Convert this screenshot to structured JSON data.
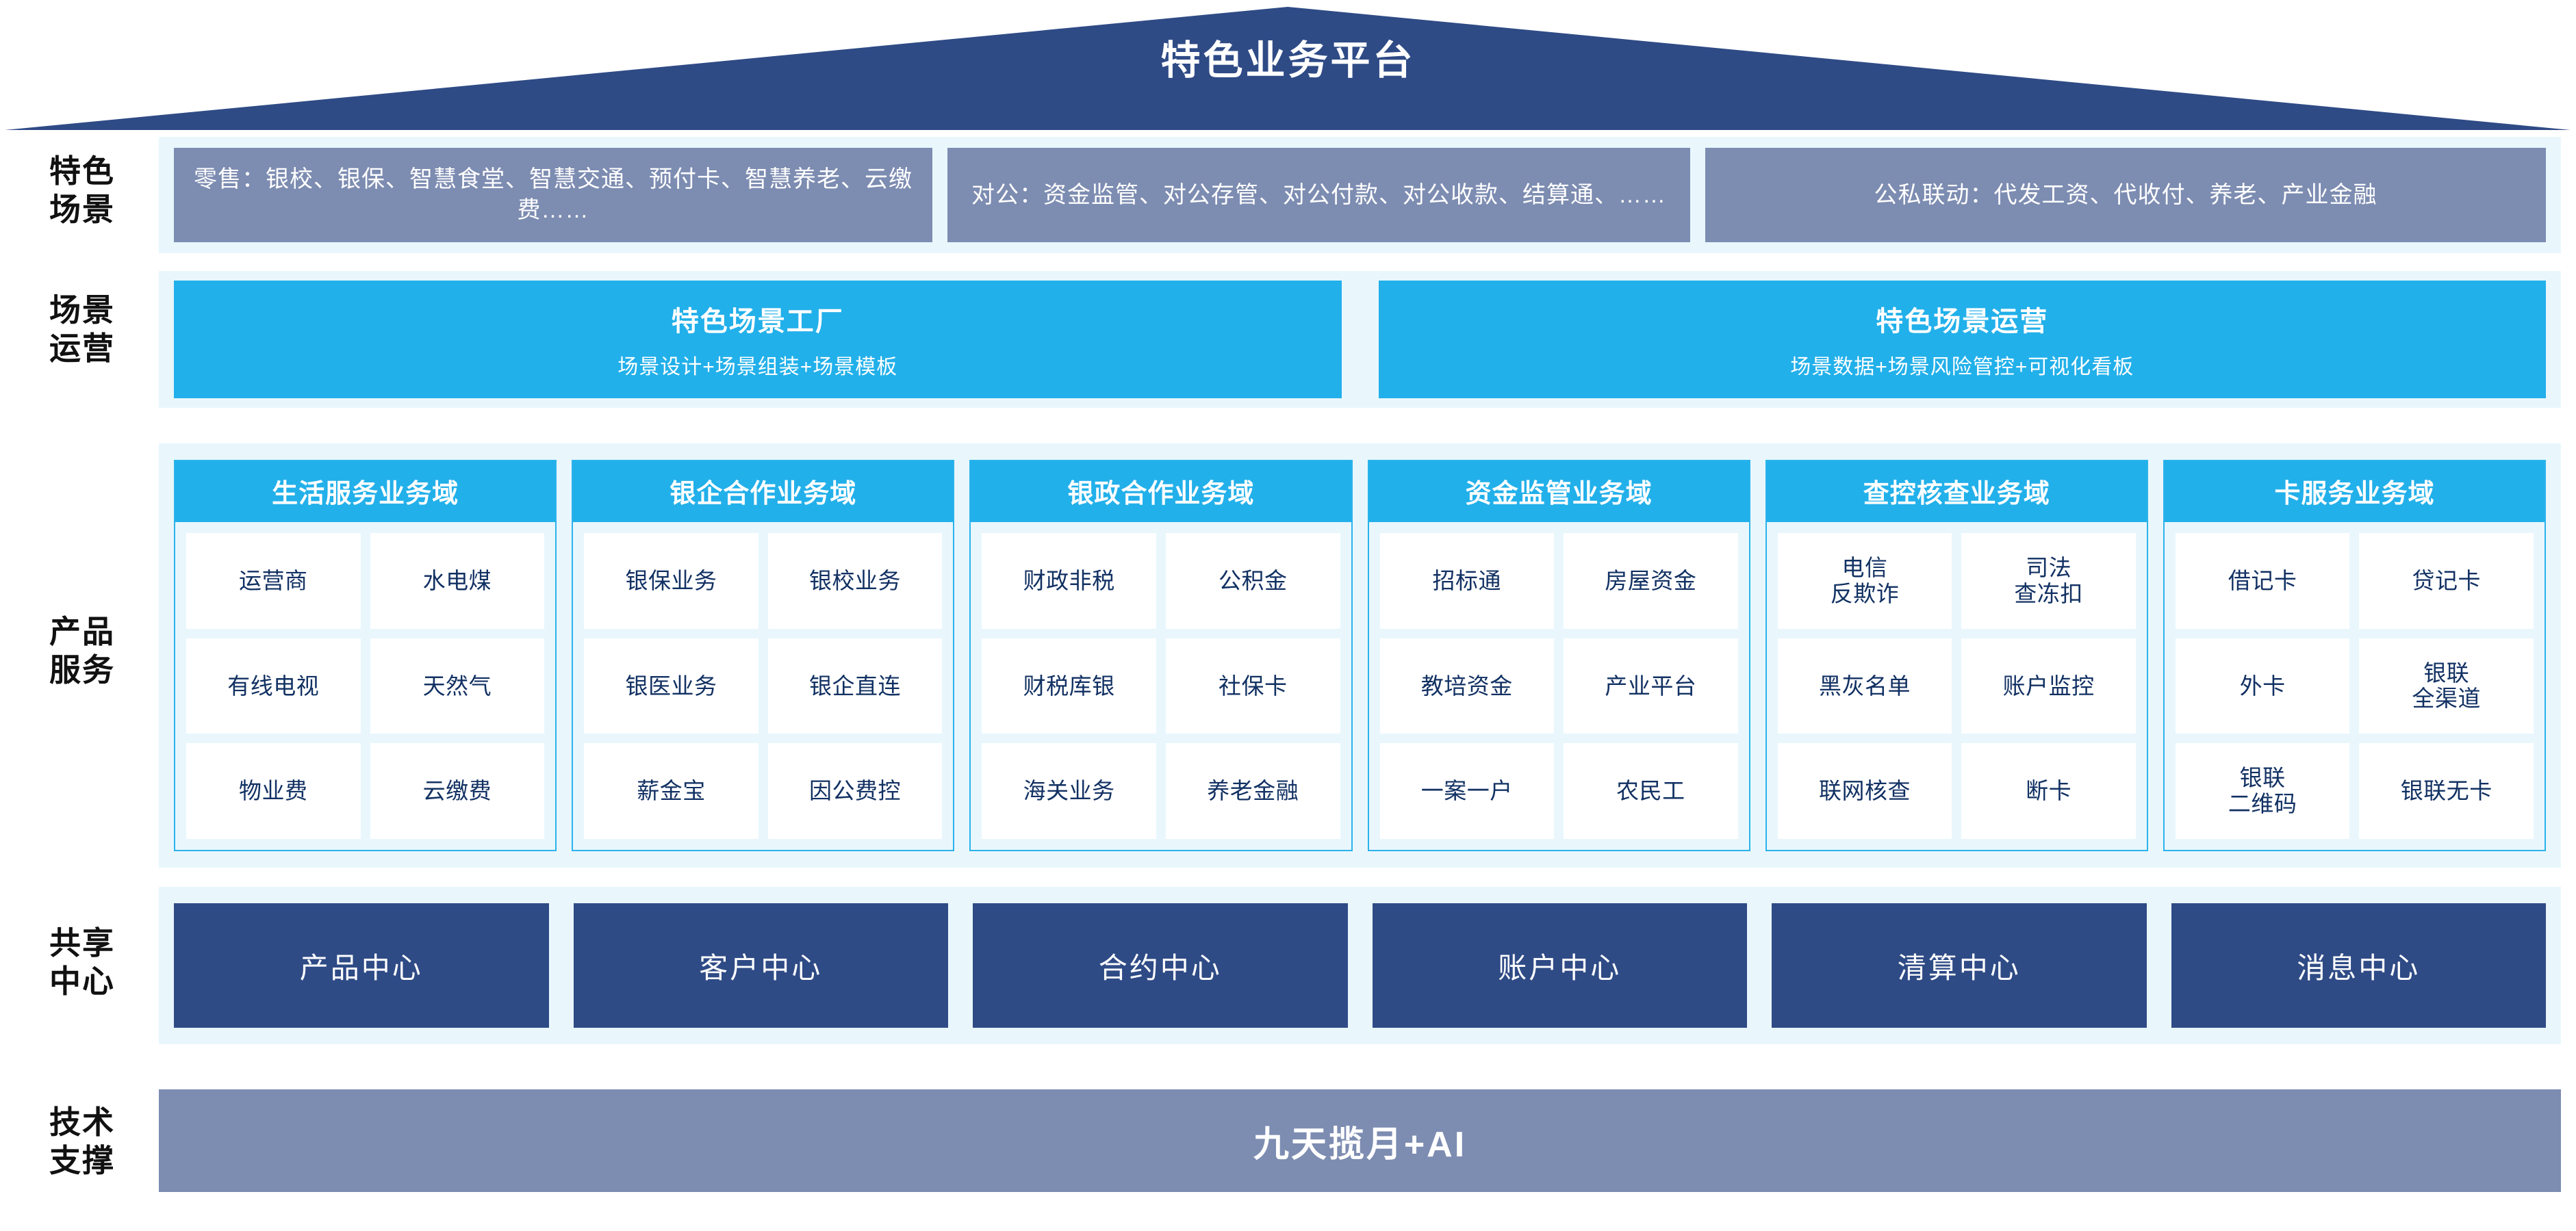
{
  "header": {
    "title": "特色业务平台",
    "roof_color": "#2F4B86"
  },
  "row_labels": {
    "scene": "特色\n场景",
    "ops": "场景\n运营",
    "product": "产品\n服务",
    "center": "共享\n中心",
    "tech": "技术\n支撑"
  },
  "colors": {
    "band_bg": "#E9F7FD",
    "cyan": "#22B0EA",
    "navy": "#2F4B86",
    "slate": "#7D8CB1",
    "tile_text": "#123163"
  },
  "scenarios": [
    {
      "label": "零售：银校、银保、智慧食堂、智慧交通、预付卡、智慧养老、云缴费……"
    },
    {
      "label": "对公：资金监管、对公存管、对公付款、对公收款、结算通、……"
    },
    {
      "label": "公私联动：代发工资、代收付、养老、产业金融"
    }
  ],
  "operations": [
    {
      "title": "特色场景工厂",
      "subtitle": "场景设计+场景组装+场景模板"
    },
    {
      "title": "特色场景运营",
      "subtitle": "场景数据+场景风险管控+可视化看板"
    }
  ],
  "domains": [
    {
      "title": "生活服务业务域",
      "items": [
        "运营商",
        "水电煤",
        "有线电视",
        "天然气",
        "物业费",
        "云缴费"
      ]
    },
    {
      "title": "银企合作业务域",
      "items": [
        "银保业务",
        "银校业务",
        "银医业务",
        "银企直连",
        "薪金宝",
        "因公费控"
      ]
    },
    {
      "title": "银政合作业务域",
      "items": [
        "财政非税",
        "公积金",
        "财税库银",
        "社保卡",
        "海关业务",
        "养老金融"
      ]
    },
    {
      "title": "资金监管业务域",
      "items": [
        "招标通",
        "房屋资金",
        "教培资金",
        "产业平台",
        "一案一户",
        "农民工"
      ]
    },
    {
      "title": "查控核查业务域",
      "items": [
        "电信\n反欺诈",
        "司法\n查冻扣",
        "黑灰名单",
        "账户监控",
        "联网核查",
        "断卡"
      ]
    },
    {
      "title": "卡服务业务域",
      "items": [
        "借记卡",
        "贷记卡",
        "外卡",
        "银联\n全渠道",
        "银联\n二维码",
        "银联无卡"
      ]
    }
  ],
  "shared_centers": [
    {
      "label": "产品中心"
    },
    {
      "label": "客户中心"
    },
    {
      "label": "合约中心"
    },
    {
      "label": "账户中心"
    },
    {
      "label": "清算中心"
    },
    {
      "label": "消息中心"
    }
  ],
  "tech_support": {
    "label": "九天揽月+AI"
  }
}
